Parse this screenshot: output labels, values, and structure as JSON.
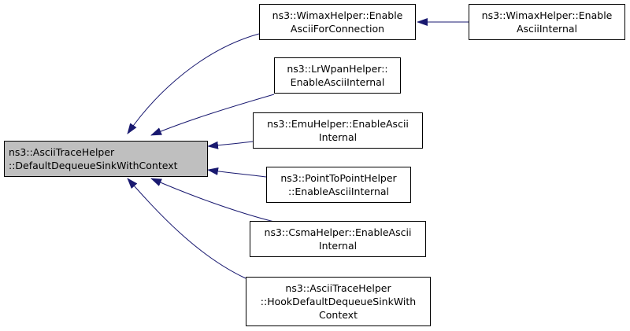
{
  "diagram": {
    "colors": {
      "edge": "#191970",
      "root_fill": "#bfbfbf",
      "node_fill": "#ffffff",
      "border": "#000000"
    },
    "root": {
      "lines": [
        "ns3::AsciiTraceHelper",
        "::DefaultDequeueSinkWithContext"
      ]
    },
    "callers": [
      {
        "id": "wimax-enable-ascii-for-connection",
        "lines": [
          "ns3::WimaxHelper::Enable",
          "AsciiForConnection"
        ]
      },
      {
        "id": "lrwpan-enable-ascii-internal",
        "lines": [
          "ns3::LrWpanHelper::",
          "EnableAsciiInternal"
        ]
      },
      {
        "id": "emu-enable-ascii-internal",
        "lines": [
          "ns3::EmuHelper::EnableAscii",
          "Internal"
        ]
      },
      {
        "id": "p2p-enable-ascii-internal",
        "lines": [
          "ns3::PointToPointHelper",
          "::EnableAsciiInternal"
        ]
      },
      {
        "id": "csma-enable-ascii-internal",
        "lines": [
          "ns3::CsmaHelper::EnableAscii",
          "Internal"
        ]
      },
      {
        "id": "ascii-hook-default-dequeue-sink-with-context",
        "lines": [
          "ns3::AsciiTraceHelper",
          "::HookDefaultDequeueSinkWith",
          "Context"
        ]
      }
    ],
    "second_level": [
      {
        "id": "wimax-enable-ascii-internal",
        "lines": [
          "ns3::WimaxHelper::Enable",
          "AsciiInternal"
        ]
      }
    ]
  }
}
